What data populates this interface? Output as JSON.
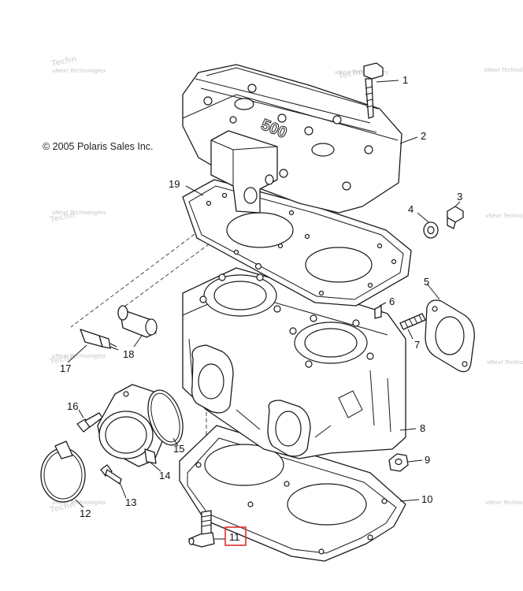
{
  "copyright": "© 2005 Polaris Sales Inc.",
  "head_marking": "500",
  "watermark": {
    "line1": "vNext Technologies",
    "line2": "Techn"
  },
  "highlight_color": "#e03030",
  "callouts": [
    "1",
    "2",
    "3",
    "4",
    "5",
    "6",
    "7",
    "8",
    "9",
    "10",
    "11",
    "12",
    "13",
    "14",
    "15",
    "16",
    "17",
    "18",
    "19"
  ],
  "selected_callout": "11"
}
